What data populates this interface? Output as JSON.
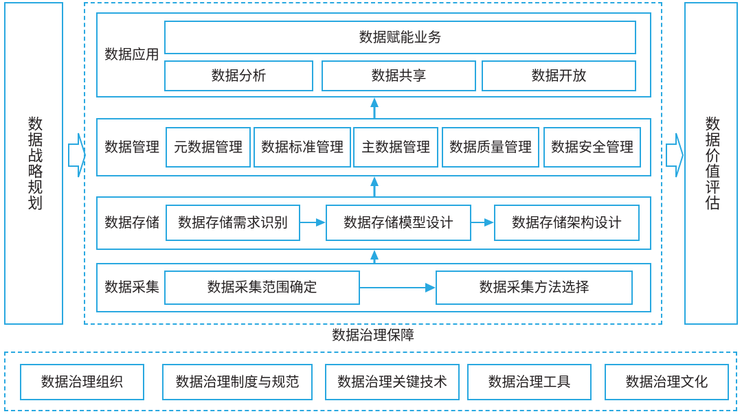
{
  "colors": {
    "accent": "#29a8e0",
    "text": "#231f20",
    "background": "#ffffff"
  },
  "left_pillar": {
    "label": "数据战略规划"
  },
  "right_pillar": {
    "label": "数据价值评估"
  },
  "core_framework": {
    "layers": [
      {
        "name": "application",
        "label": "数据应用",
        "top_box": "数据赋能业务",
        "items": [
          "数据分析",
          "数据共享",
          "数据开放"
        ]
      },
      {
        "name": "management",
        "label": "数据管理",
        "items": [
          "元数据管理",
          "数据标准管理",
          "主数据管理",
          "数据质量管理",
          "数据安全管理"
        ]
      },
      {
        "name": "storage",
        "label": "数据存储",
        "items": [
          "数据存储需求识别",
          "数据存储模型设计",
          "数据存储架构设计"
        ]
      },
      {
        "name": "collection",
        "label": "数据采集",
        "items": [
          "数据采集范围确定",
          "数据采集方法选择"
        ]
      }
    ]
  },
  "governance": {
    "caption": "数据治理保障",
    "items": [
      "数据治理组织",
      "数据治理制度与规范",
      "数据治理关键技术",
      "数据治理工具",
      "数据治理文化"
    ]
  }
}
